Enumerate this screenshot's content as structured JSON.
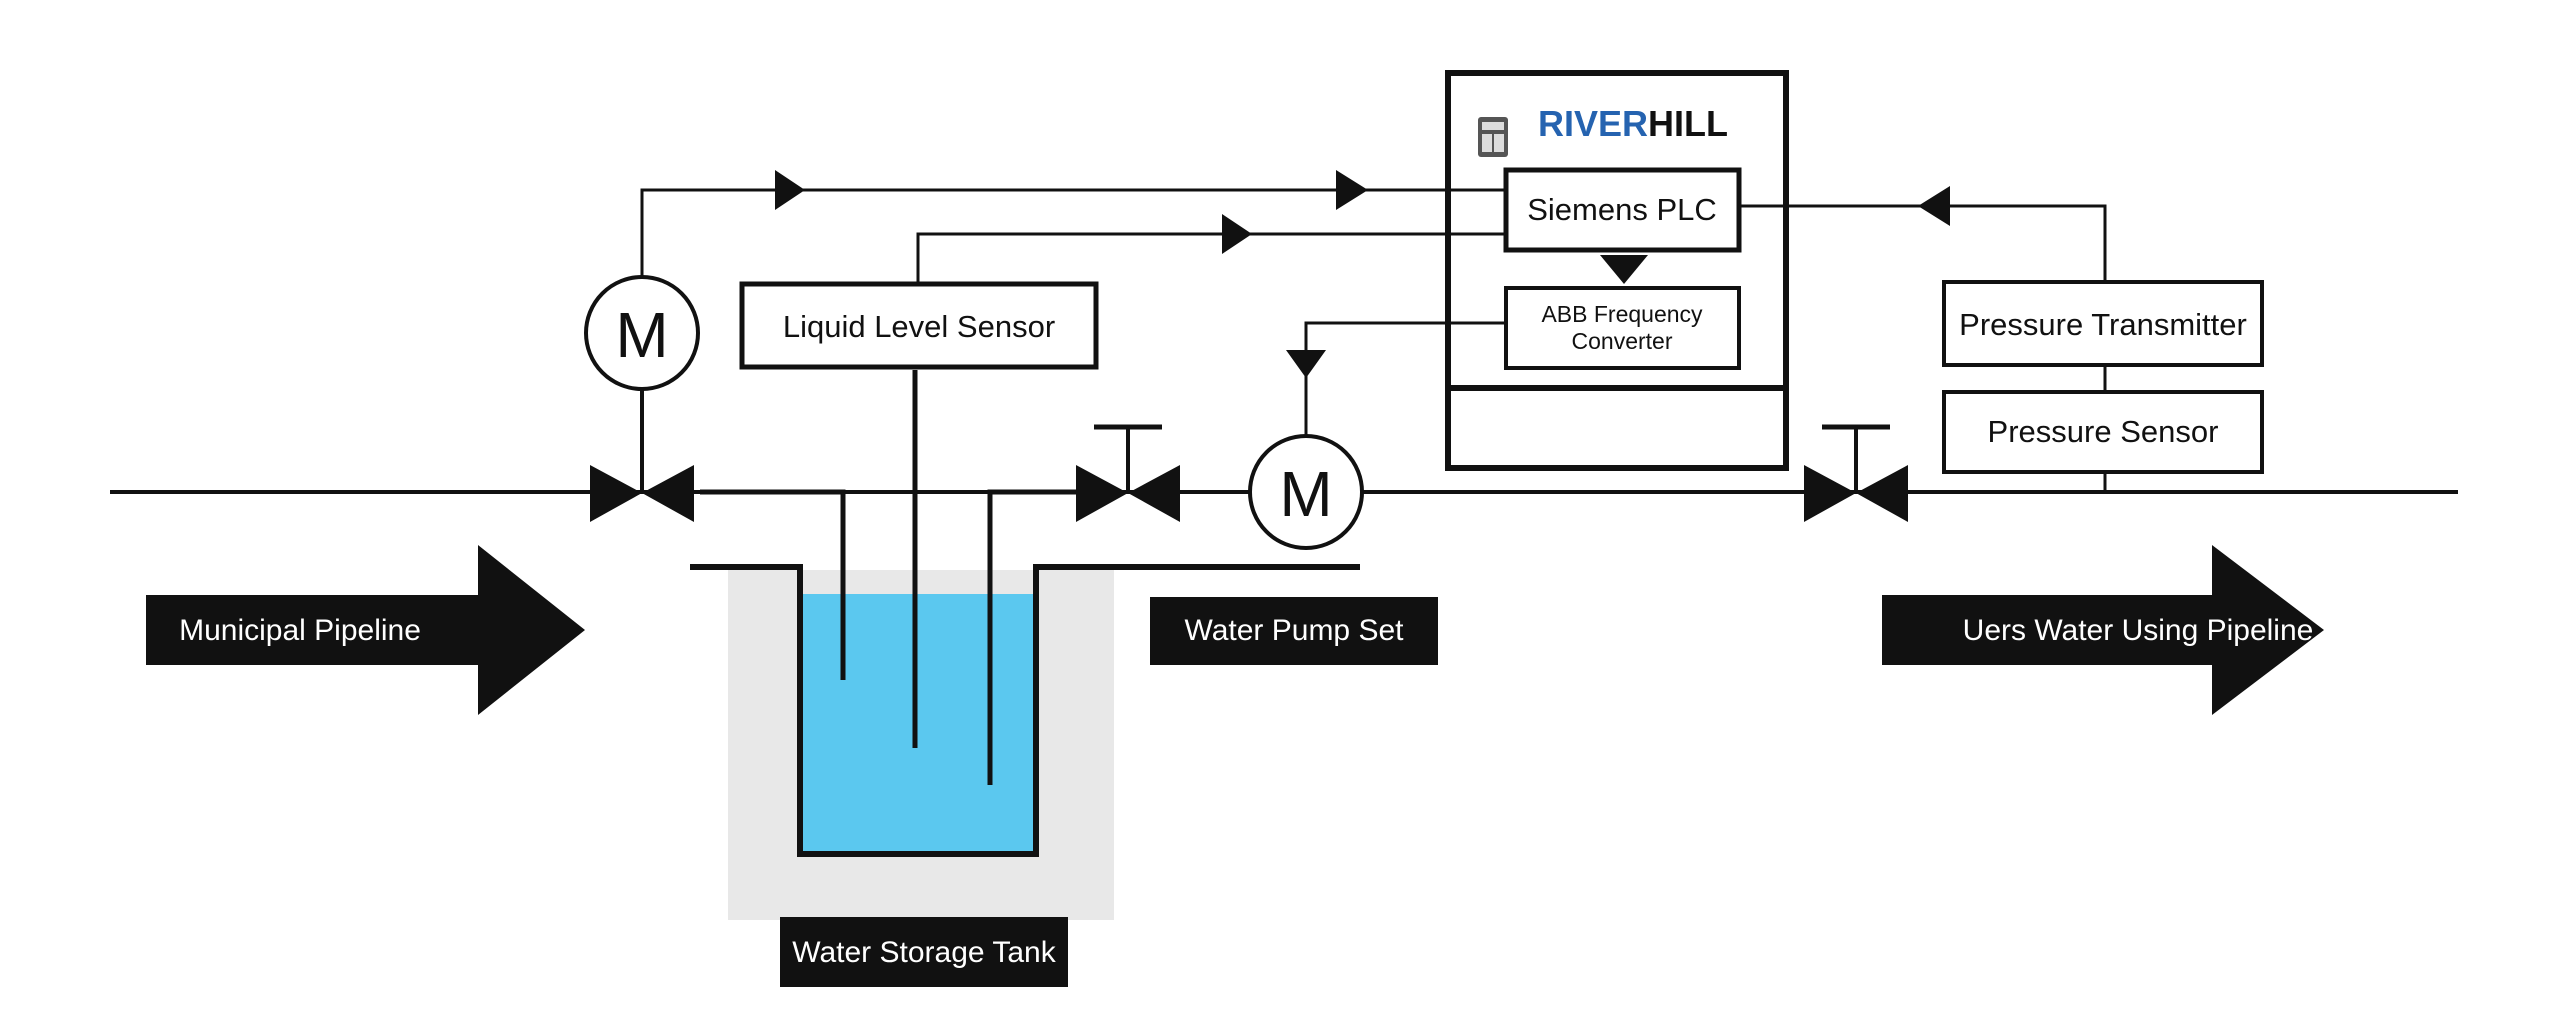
{
  "brand": {
    "part1": "RIVER",
    "part2": "HILL",
    "color1": "#2563b0",
    "color2": "#111111",
    "icon": "control-panel-icon"
  },
  "plc": {
    "label": "Siemens PLC"
  },
  "converter": {
    "line1": "ABB Frequency",
    "line2": "Converter"
  },
  "liquid_level_sensor": {
    "label": "Liquid Level Sensor"
  },
  "pressure_transmitter": {
    "label": "Pressure Transmitter"
  },
  "pressure_sensor": {
    "label": "Pressure Sensor"
  },
  "motor_symbol": "M",
  "labels": {
    "municipal_pipeline": "Municipal Pipeline",
    "water_pump_set": "Water Pump Set",
    "users_pipeline": "Uers Water Using Pipeline",
    "water_storage_tank": "Water Storage Tank"
  },
  "colors": {
    "water": "#5bc8ef",
    "tank_shade": "#e8e8e8",
    "line": "#111111"
  }
}
